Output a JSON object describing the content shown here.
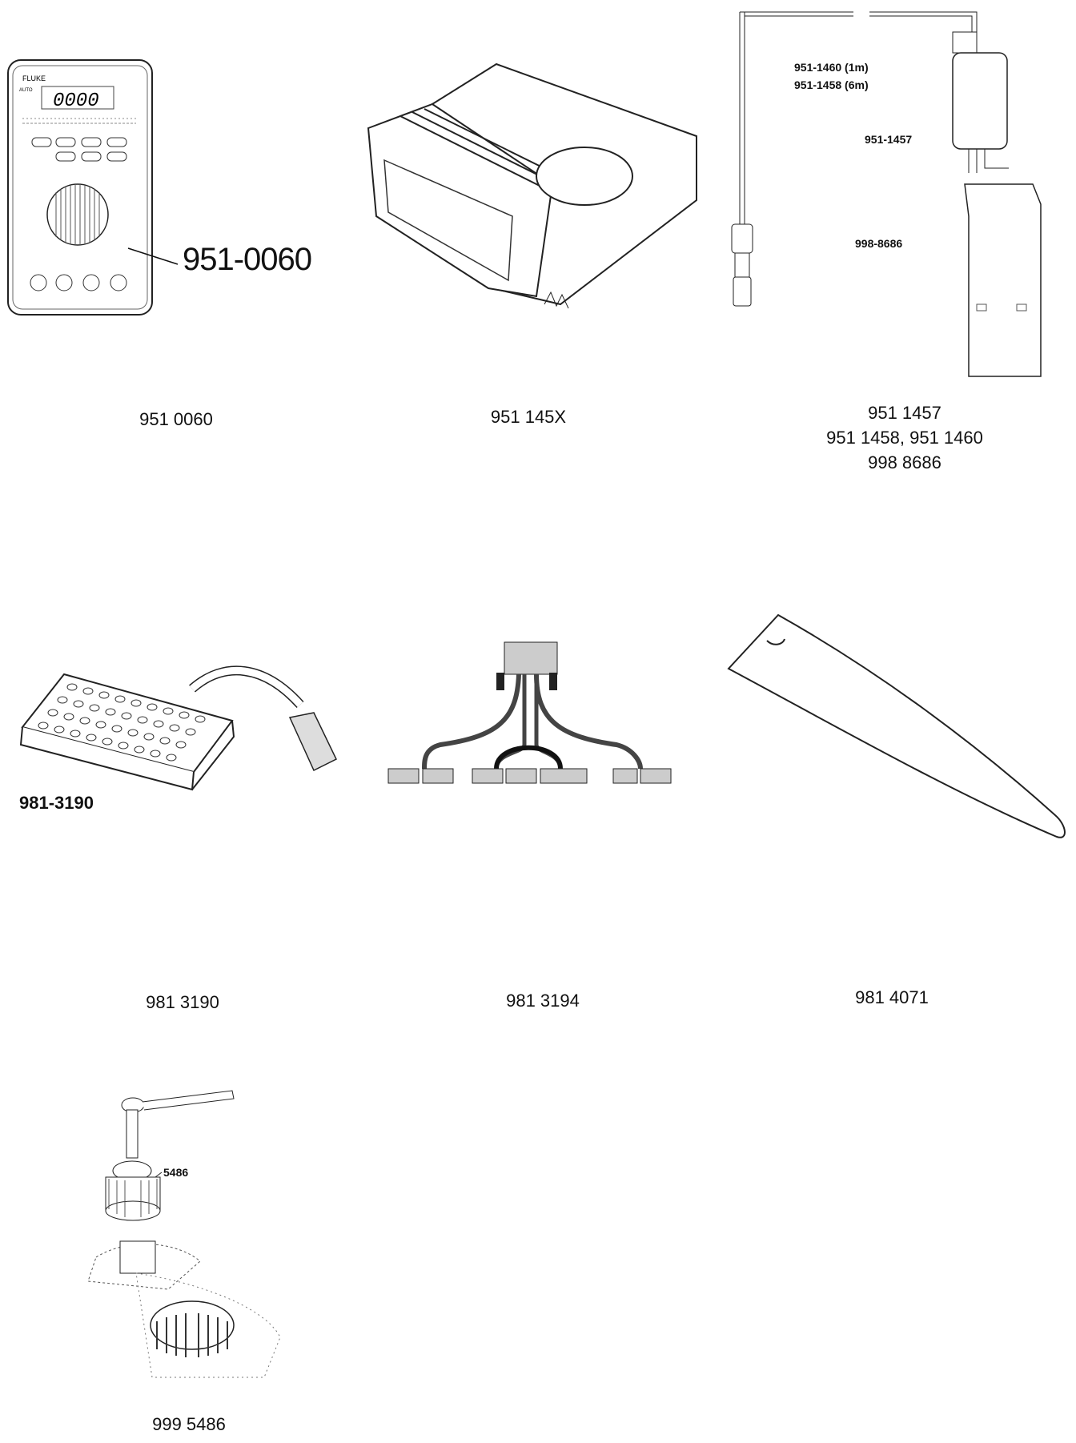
{
  "items": [
    {
      "callout": "951-0060",
      "caption": "951 0060"
    },
    {
      "caption": "951 145X"
    },
    {
      "callouts": [
        "951-1460 (1m)",
        "951-1458 (6m)",
        "951-1457",
        "998-8686"
      ],
      "caption_lines": [
        "951 1457",
        "951 1458, 951 1460",
        "998 8686"
      ]
    },
    {
      "callout": "981-3190",
      "caption": "981 3190"
    },
    {
      "caption": "981 3194"
    },
    {
      "caption": "981 4071"
    },
    {
      "callout": "5486",
      "caption": "999 5486"
    }
  ],
  "meter": {
    "brand": "FLUKE",
    "display": "0000",
    "mode": "AUTO"
  }
}
